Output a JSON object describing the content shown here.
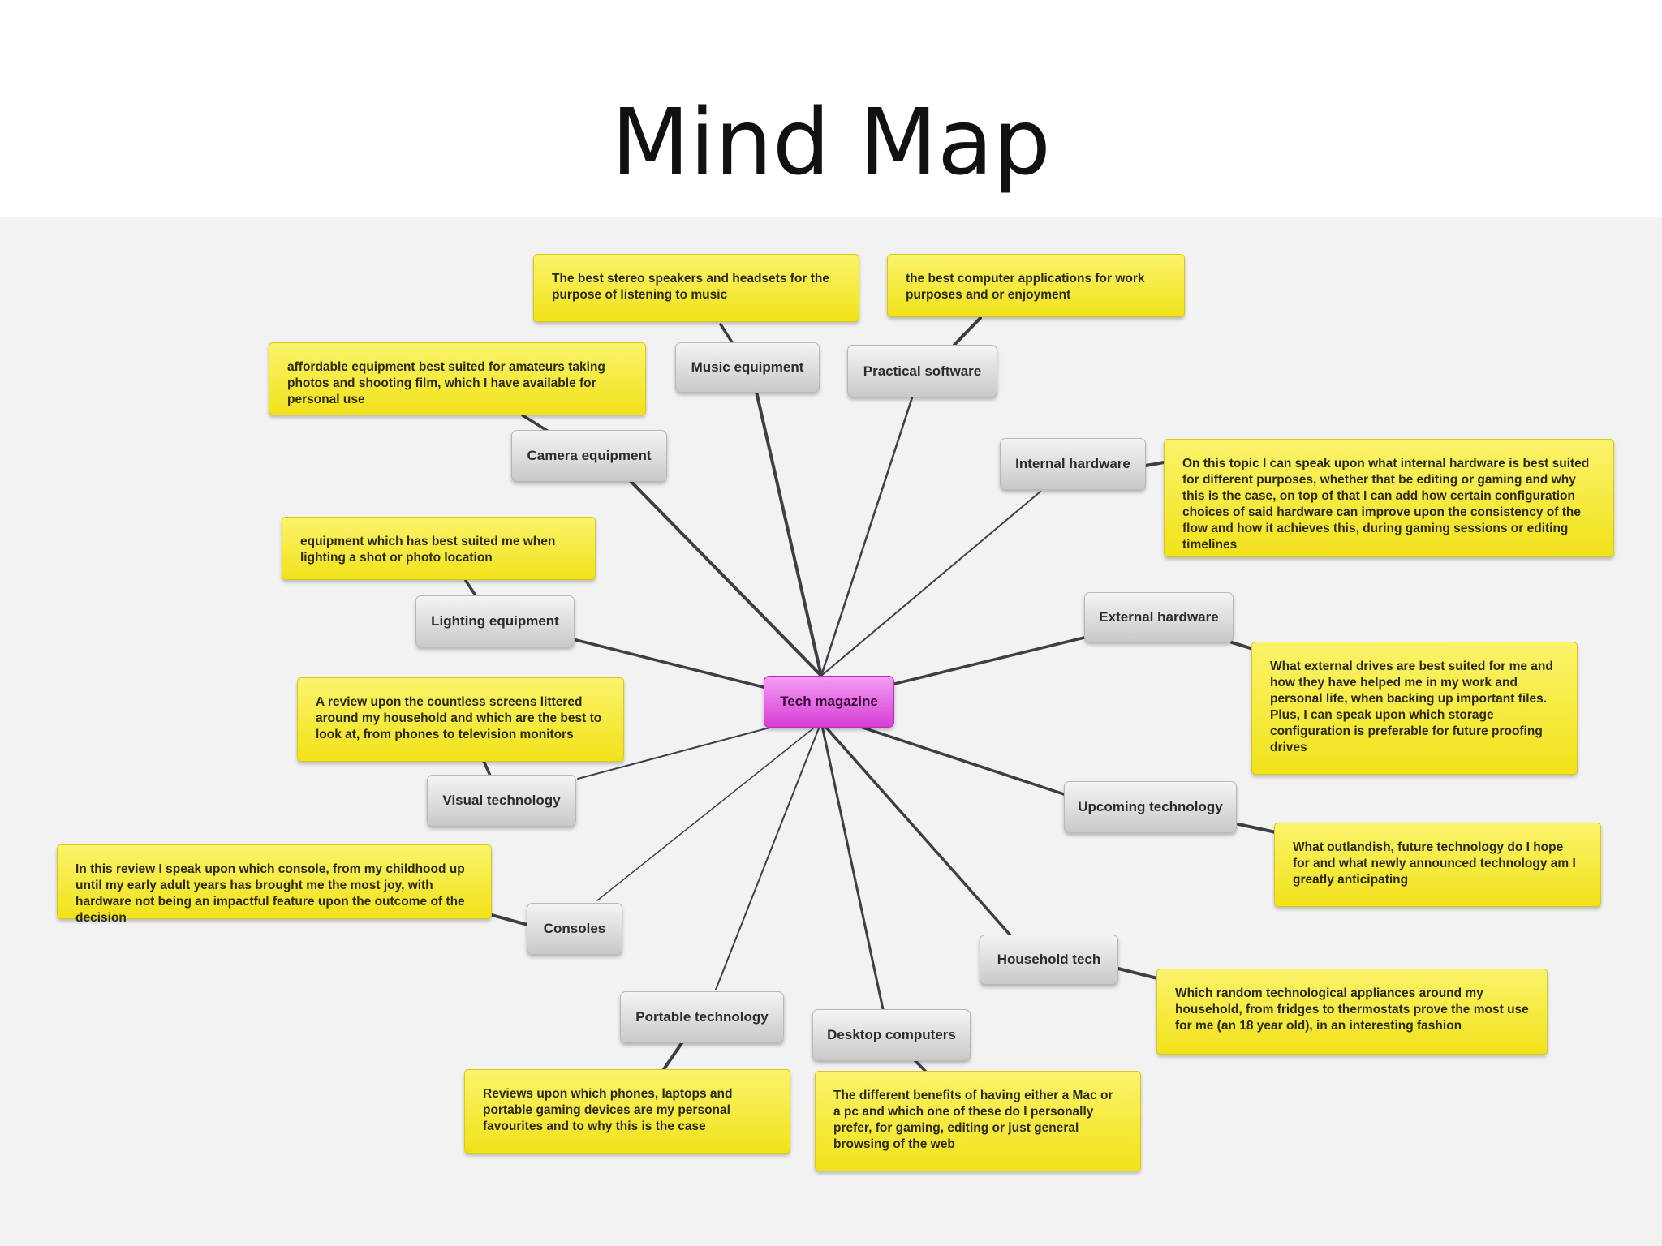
{
  "title": "Mind Map",
  "colors": {
    "center": "#e061e0",
    "topic": "#d6d6d6",
    "note": "#f6e935",
    "line": "#3d3f46",
    "canvas": "#f2f2f2"
  },
  "center": "Tech magazine",
  "topics": [
    {
      "label": "Music equipment",
      "note": "The best stereo speakers and headsets for the purpose of listening to music"
    },
    {
      "label": "Practical software",
      "note": "the best computer applications for work purposes and or enjoyment"
    },
    {
      "label": "Camera equipment",
      "note": "affordable equipment best suited for amateurs taking photos and shooting film, which I have available for personal use"
    },
    {
      "label": "Internal hardware",
      "note": "On this topic I can speak upon what internal hardware is best suited for different purposes, whether that be editing or gaming and why this is the case, on top of that I can add how certain configuration choices of said hardware can improve upon the consistency of the flow and how it achieves this, during gaming sessions or editing timelines"
    },
    {
      "label": "Lighting equipment",
      "note": "equipment which has best suited me when lighting a shot or photo location"
    },
    {
      "label": "External hardware",
      "note": "What external drives are best suited for me and how they have helped me in my work and personal life, when backing up important files. Plus, I can speak upon which storage configuration is preferable for future proofing drives"
    },
    {
      "label": "Visual technology",
      "note": "A review upon the countless screens littered around my household and which are the best to look at, from phones to television monitors"
    },
    {
      "label": "Upcoming technology",
      "note": "What outlandish, future technology do I hope for and what newly announced technology am I greatly anticipating"
    },
    {
      "label": "Consoles",
      "note": "In this review I speak upon which console, from my childhood up until my early adult years has brought me the most joy, with hardware not being an impactful feature upon the outcome of the decision"
    },
    {
      "label": "Household tech",
      "note": "Which random technological appliances around my household, from fridges to thermostats prove the most use for me (an 18 year old), in an interesting fashion"
    },
    {
      "label": "Portable technology",
      "note": "Reviews upon which phones, laptops and portable gaming devices are my personal favourites and to why this is the case"
    },
    {
      "label": "Desktop computers",
      "note": "The different benefits of having either a Mac or a pc and which one of these do I personally prefer, for gaming, editing or just general browsing of the web"
    }
  ]
}
